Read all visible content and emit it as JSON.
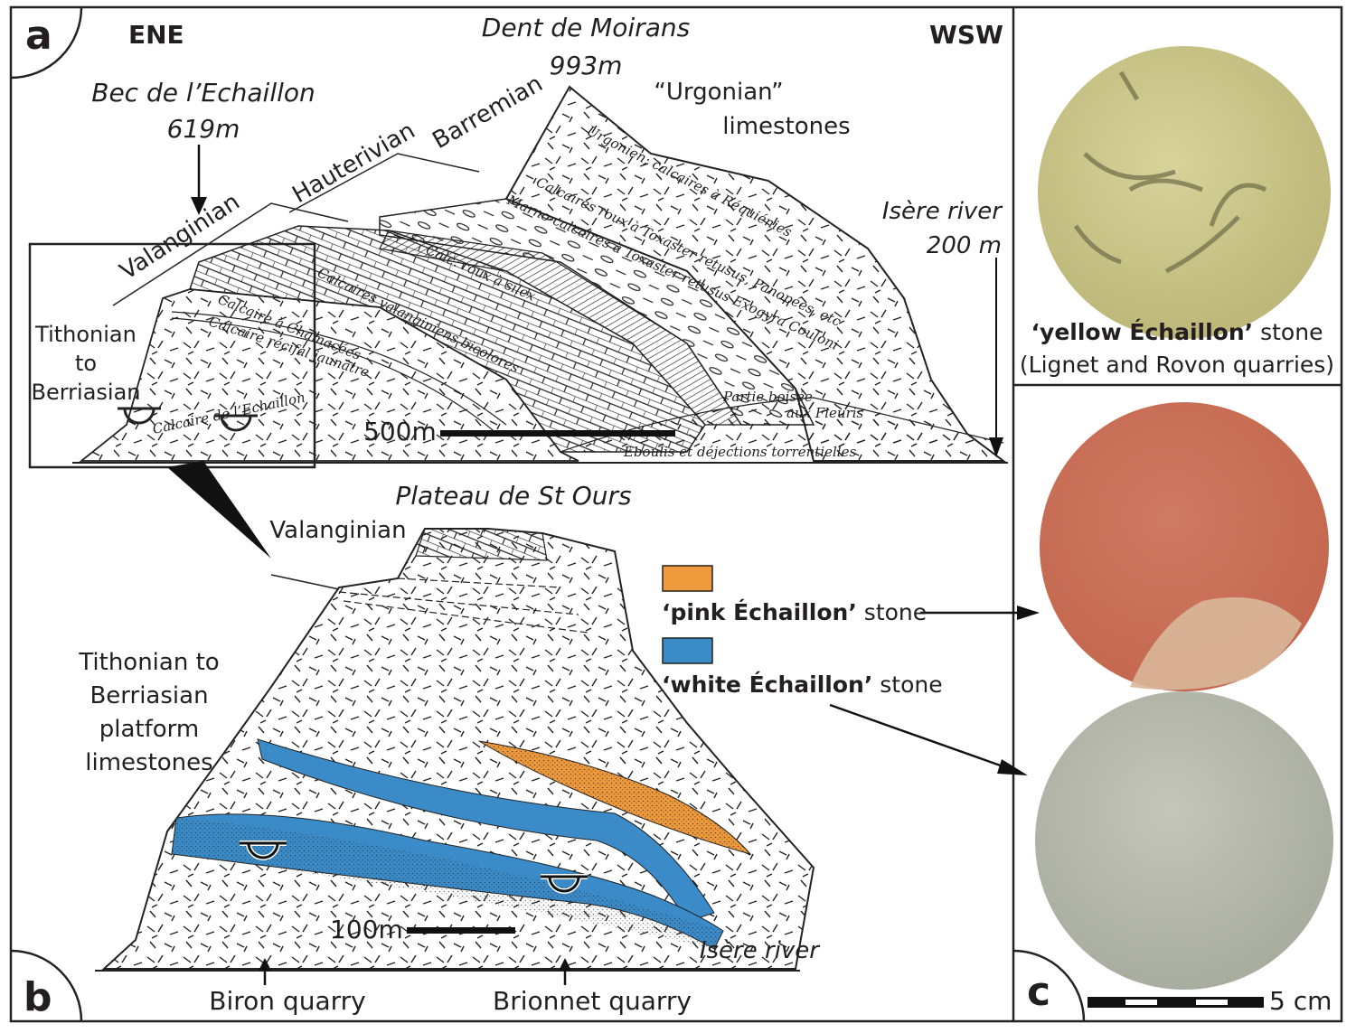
{
  "panels": {
    "a": "a",
    "b": "b",
    "c": "c"
  },
  "panel_a": {
    "direction_left": "ENE",
    "direction_right": "WSW",
    "peak_right_name": "Dent de Moirans",
    "peak_right_elev": "993m",
    "peak_left_name": "Bec de l’Echaillon",
    "peak_left_elev": "619m",
    "stage_valanginian": "Valanginian",
    "stage_hauterivian": "Hauterivian",
    "stage_barremian": "Barremian",
    "urgonian_line1": "“Urgonian”",
    "urgonian_line2": "limestones",
    "river_name": "Isère river",
    "river_elev": "200 m",
    "tithonian_lines": [
      "Tithonian",
      "to",
      "Berriasian"
    ],
    "scale_label": "500m",
    "drawing_labels": [
      "Urgonien; calcaires à Réquiénies",
      "Calcaires roux à Toxaster retusus, Panopées, etc",
      "Marno-calcaires à Toxaster retusus Exogyra Couloni",
      "Calc. roux à silex",
      "Calcaires valanginiens bicolores",
      "Calcaire à Chamacées",
      "Calcaire récifal jaunâtre",
      "Calcaire de l’Echaillon",
      "Partie boisée",
      "aux Fleuris",
      "Eboulis et déjections torrentielles"
    ]
  },
  "panel_b": {
    "plateau_name": "Plateau de St Ours",
    "stage_valanginian": "Valanginian",
    "tithonian_lines": [
      "Tithonian to",
      "Berriasian",
      "platform",
      "limestones"
    ],
    "legend": [
      {
        "bold": "‘pink Échaillon’",
        "rest": " stone",
        "color": "#ef9a3c"
      },
      {
        "bold": "‘white Échaillon’",
        "rest": " stone",
        "color": "#3b8bc8"
      }
    ],
    "scale_label": "100m",
    "river_name": "Isère river",
    "quarry_left": "Biron quarry",
    "quarry_right": "Brionnet quarry"
  },
  "panel_c": {
    "yellow_caption_bold": "‘yellow Échaillon’",
    "yellow_caption_rest": " stone",
    "yellow_caption_line2": "(Lignet and Rovon quarries)",
    "scale_label": "5 cm",
    "colors": {
      "yellow": "#cfc98a",
      "pink": "#c9745e",
      "white": "#b9bcae"
    }
  }
}
